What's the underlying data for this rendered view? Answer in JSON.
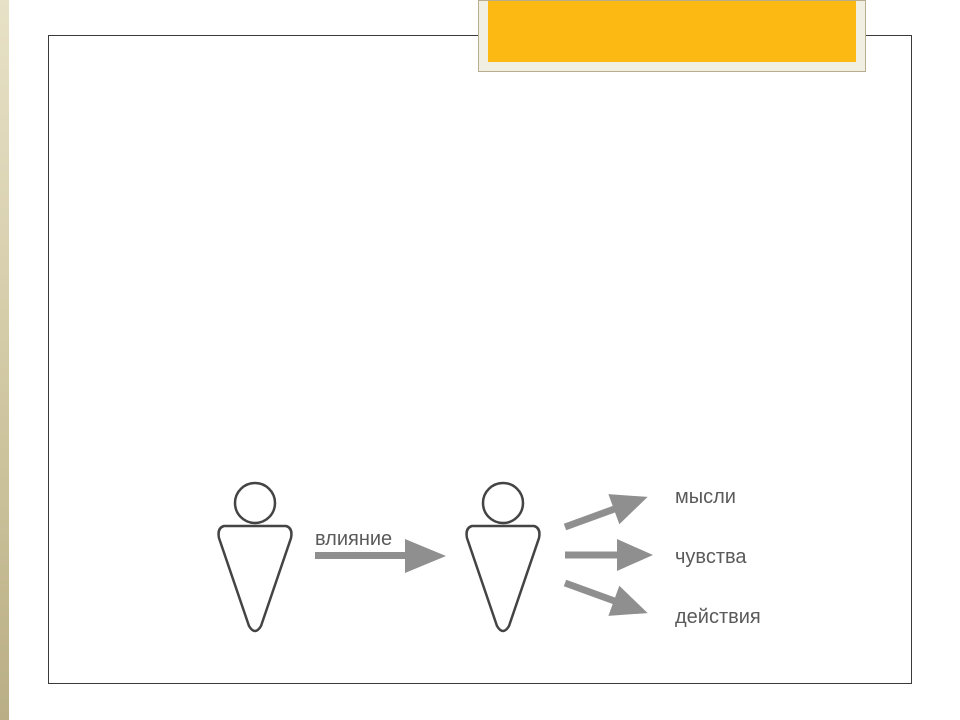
{
  "diagram": {
    "influence_label": "влияние",
    "outcomes": [
      {
        "label": "мысли"
      },
      {
        "label": "чувства"
      },
      {
        "label": "действия"
      }
    ]
  },
  "colors": {
    "accent": "#fdb913",
    "arrow": "#8f8f8f",
    "figure_stroke": "#444444",
    "text": "#5a5a5a"
  }
}
